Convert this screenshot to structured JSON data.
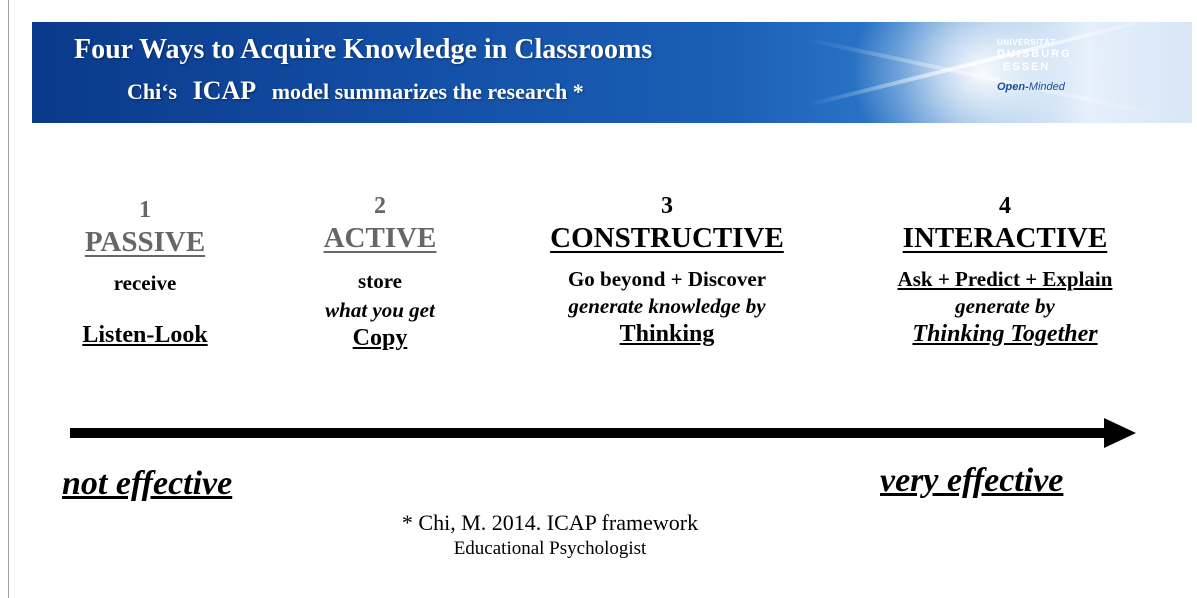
{
  "header": {
    "title": "Four Ways to Acquire Knowledge in Classrooms",
    "subtitle_prefix": "Chi‘s",
    "subtitle_model": "ICAP",
    "subtitle_suffix": "model summarizes the research *"
  },
  "logo": {
    "university": "UNIVERSITÄT",
    "city_top": "DUISBURG",
    "city_bottom": "ESSEN",
    "motto_bold": "Open-",
    "motto_rest": "Minded"
  },
  "columns": [
    {
      "number": "1",
      "heading": "PASSIVE",
      "line1": "receive",
      "line2": "",
      "line3": "Listen-Look"
    },
    {
      "number": "2",
      "heading": "ACTIVE",
      "line1": "store",
      "line2": "what you get",
      "line3": "Copy"
    },
    {
      "number": "3",
      "heading": "CONSTRUCTIVE",
      "line1": "Go beyond + Discover",
      "line2": "generate knowledge by",
      "line3": "Thinking"
    },
    {
      "number": "4",
      "heading": "INTERACTIVE",
      "line1": "Ask + Predict + Explain",
      "line2": "generate by",
      "line3": "Thinking Together"
    }
  ],
  "scale": {
    "left_label": "not effective",
    "right_label": "very effective"
  },
  "citation": {
    "line1": "* Chi, M. 2014. ICAP framework",
    "line2": "Educational Psychologist"
  },
  "colors": {
    "banner_dark": "#0a3a8a",
    "banner_light": "#e4effb",
    "muted_text": "#666666",
    "arrow": "#000000"
  }
}
